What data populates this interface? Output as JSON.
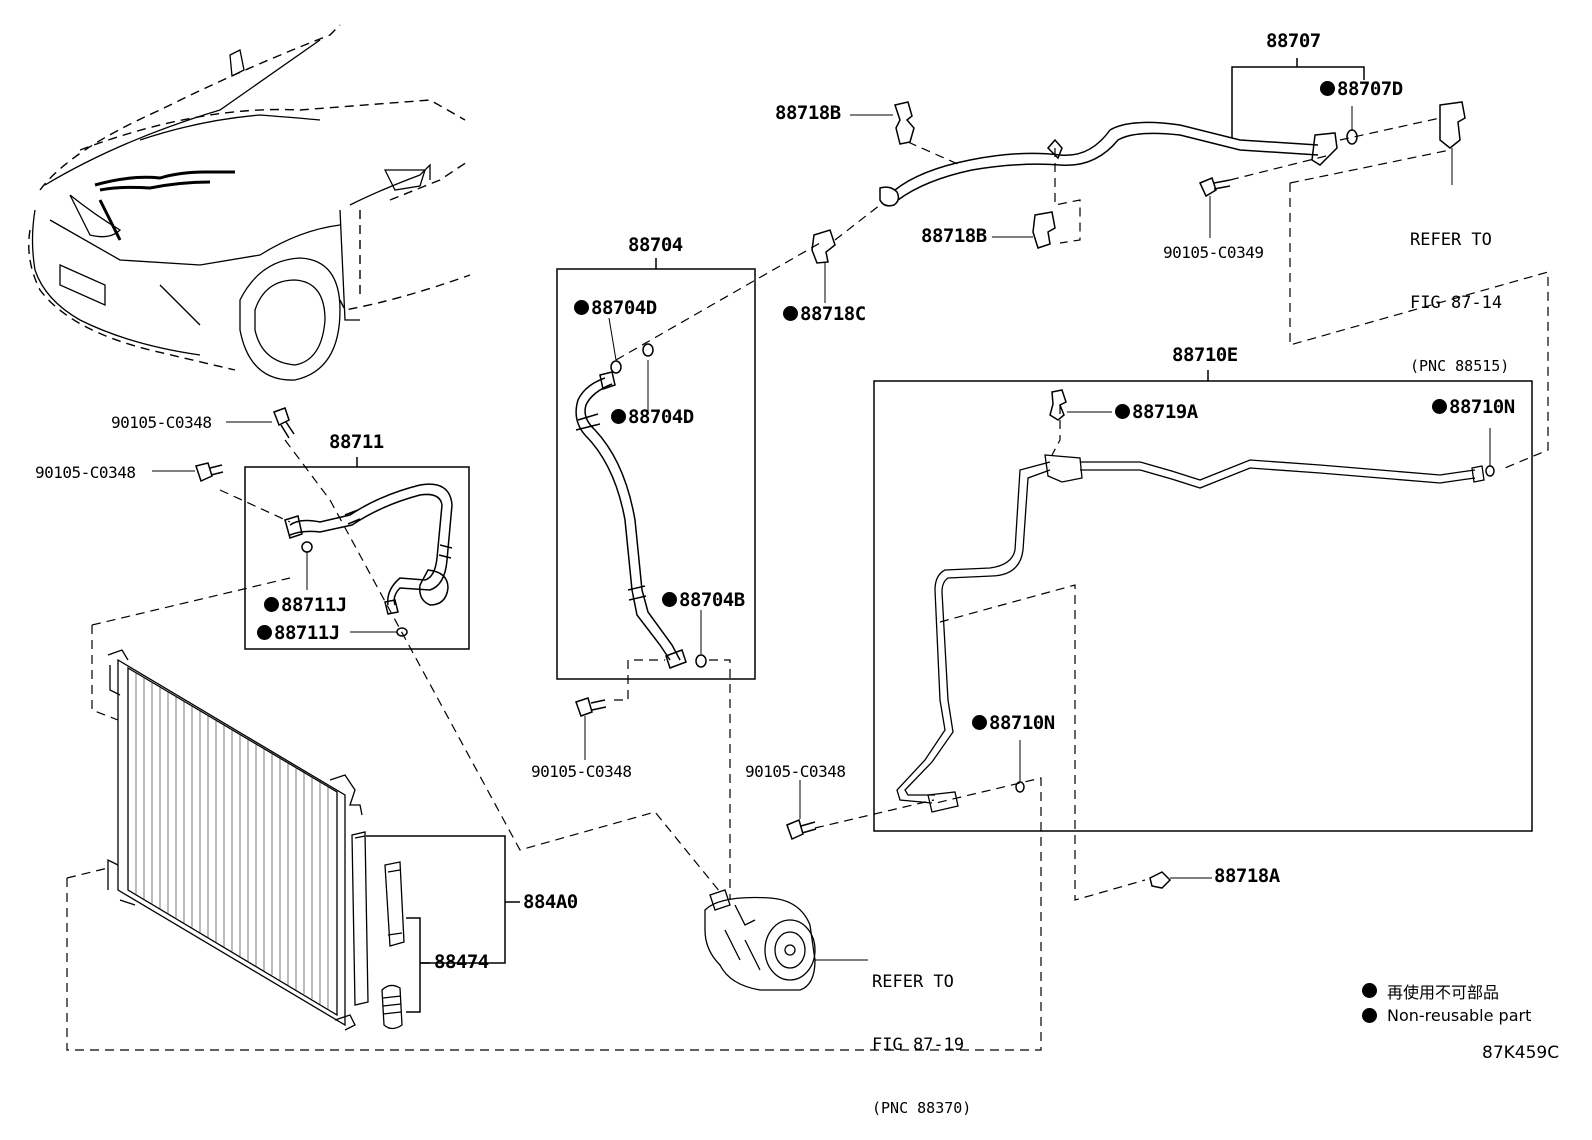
{
  "labels": {
    "p88707": "88707",
    "p88707D": "88707D",
    "p88718B_top": "88718B",
    "p88718B_mid": "88718B",
    "p88718C": "88718C",
    "p90105_C0349": "90105-C0349",
    "p88704": "88704",
    "p88704D_a": "88704D",
    "p88704D_b": "88704D",
    "p88704B": "88704B",
    "p90105_C0348_a": "90105-C0348",
    "p90105_C0348_b": "90105-C0348",
    "p88711": "88711",
    "p88711J_a": "88711J",
    "p88711J_b": "88711J",
    "p90105_C0348_c": "90105-C0348",
    "p90105_C0348_d": "90105-C0348",
    "p88710E": "88710E",
    "p88719A": "88719A",
    "p88710N_a": "88710N",
    "p88710N_b": "88710N",
    "p88718A": "88718A",
    "p884A0": "884A0",
    "p88474": "88474"
  },
  "refer_1": {
    "line1": "REFER TO",
    "line2": "FIG 87-14",
    "line3": "(PNC 88515)"
  },
  "refer_2": {
    "line1": "REFER TO",
    "line2": "FIG 87-19",
    "line3": "(PNC 88370)"
  },
  "legend": {
    "japanese": "再使用不可部品",
    "english": "Non-reusable part"
  },
  "figure_code": "87K459C"
}
